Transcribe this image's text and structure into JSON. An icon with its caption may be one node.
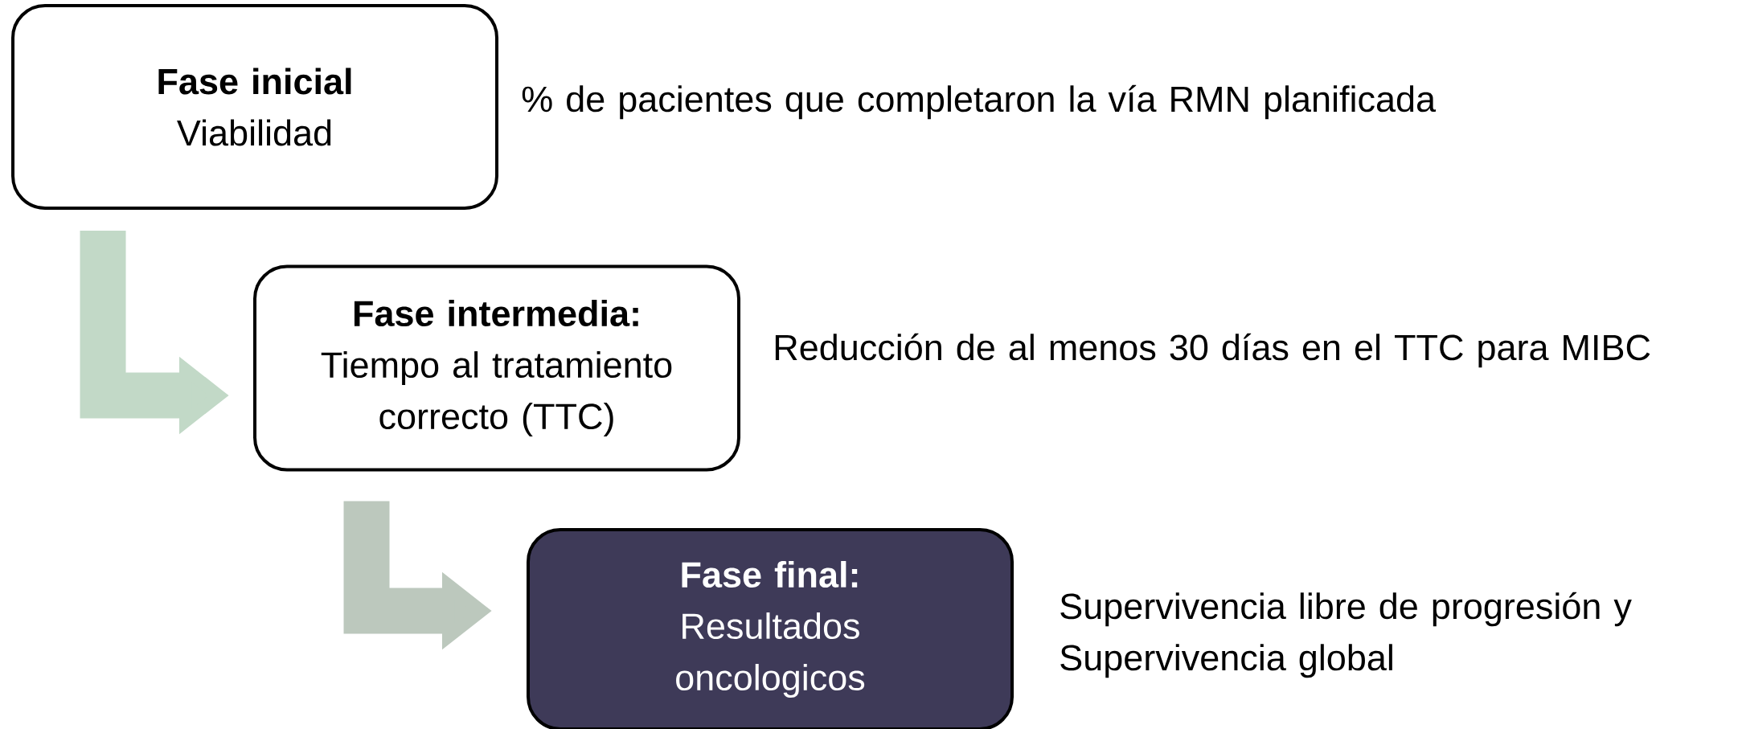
{
  "diagram": {
    "nodes": [
      {
        "text": [
          "Fase inicial",
          "Viabilidad"
        ],
        "beside": [
          "% de pacientes que completaron la vía RMN planificada"
        ]
      },
      {
        "text": [
          "Fase intermedia:",
          "Tiempo al tratamiento correcto (TTC)"
        ],
        "beside": [
          "Reducción de al menos 30 días en el TTC para MIBC"
        ]
      },
      {
        "text": [
          "Fase final:",
          "Resultados oncologicos"
        ],
        "beside": [
          "Supervivencia libre de progresión y Supervivencia global"
        ]
      }
    ],
    "edges": [
      {
        "from": 0,
        "to": 1,
        "arrow": "to",
        "color": "#c2d9c7"
      },
      {
        "from": 1,
        "to": 2,
        "arrow": "to",
        "color": "#bcc8bd"
      }
    ]
  }
}
